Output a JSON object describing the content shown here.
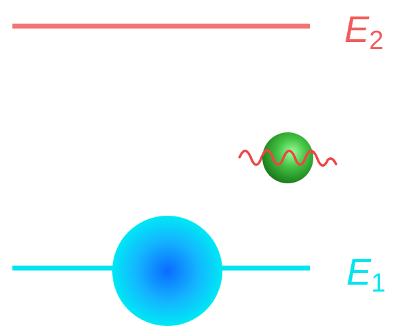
{
  "levels": {
    "upper": {
      "symbol": "E",
      "subscript": "2",
      "color": "#f47373"
    },
    "lower": {
      "symbol": "E",
      "subscript": "1",
      "color": "#00e5f0"
    }
  },
  "electron": {
    "color_center": "#0a6cff",
    "color_edge": "#00e8f5"
  },
  "photon": {
    "wave_color": "#ee4444",
    "sphere_color_center": "#9cff9c",
    "sphere_color_edge": "#1a7a1a"
  }
}
